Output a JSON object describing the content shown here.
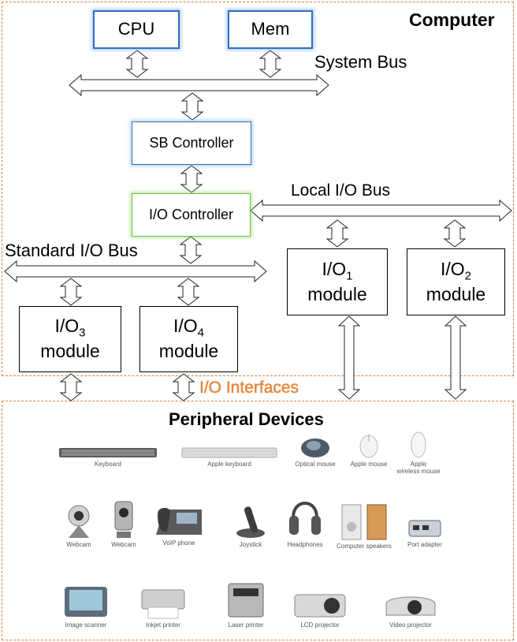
{
  "computer": {
    "title": "Computer",
    "cpu": "CPU",
    "mem": "Mem",
    "system_bus": "System Bus",
    "sb_controller": "SB Controller",
    "io_controller": "I/O Controller",
    "local_io_bus": "Local I/O Bus",
    "standard_io_bus": "Standard I/O Bus",
    "io1": {
      "prefix": "I/O",
      "sub": "1",
      "word": "module"
    },
    "io2": {
      "prefix": "I/O",
      "sub": "2",
      "word": "module"
    },
    "io3": {
      "prefix": "I/O",
      "sub": "3",
      "word": "module"
    },
    "io4": {
      "prefix": "I/O",
      "sub": "4",
      "word": "module"
    }
  },
  "io_interfaces": "I/O Interfaces",
  "peripherals": {
    "title": "Peripheral Devices",
    "devices": {
      "keyboard": "Keyboard",
      "apple_keyboard": "Apple keyboard",
      "optical_mouse": "Optical mouse",
      "apple_mouse": "Apple mouse",
      "apple_wireless_mouse": "Apple\nwireless mouse",
      "webcam1": "Webcam",
      "webcam2": "Webcam",
      "voip_phone": "VoIP phone",
      "joystick": "Joystick",
      "headphones": "Headphones",
      "computer_speakers": "Computer speakers",
      "port_adapter": "Port adapter",
      "image_scanner": "Image scanner",
      "inkjet_printer": "Inkjet printer",
      "laser_printer": "Laser printer",
      "lcd_projector": "LCD projector",
      "video_projector": "Video projector"
    }
  },
  "colors": {
    "dashed_border": "#d9823c",
    "io_interfaces_text": "#e8873a",
    "blue_border": "#2f6fc0",
    "green_border": "#6fbf3f"
  }
}
